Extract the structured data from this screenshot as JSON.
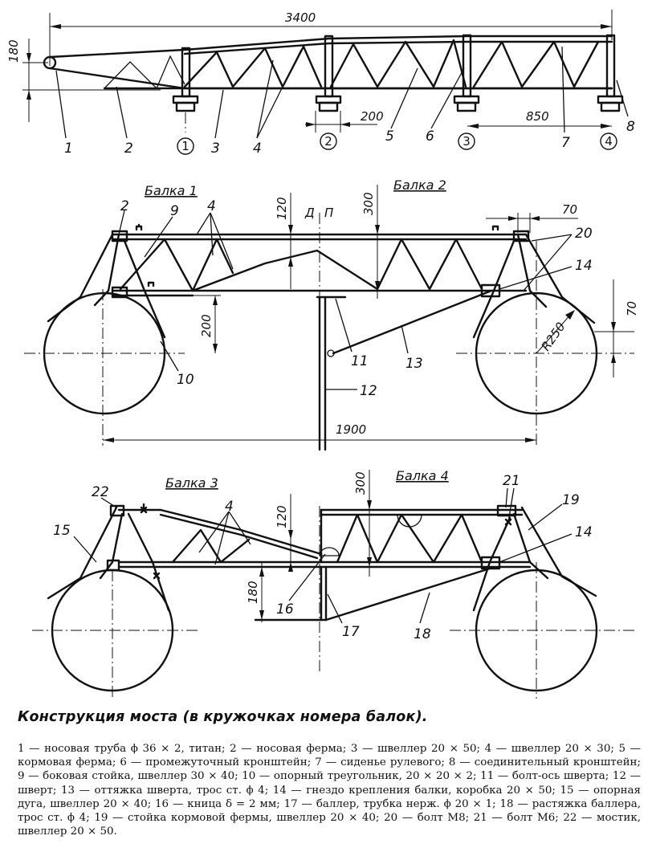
{
  "labels": {
    "dim_3400": "3400",
    "dim_180_top": "180",
    "dim_200_top": "200",
    "dim_850": "850",
    "dim_120_a": "120",
    "dim_300_a": "300",
    "dim_70_a": "70",
    "dim_200_side": "200",
    "dim_r250": "R250",
    "dim_70_b": "70",
    "dim_1900": "1900",
    "dim_120_b": "120",
    "dim_300_b": "300",
    "dim_180_bottom": "180",
    "letter_d": "Д",
    "letter_p": "П",
    "balka1": "Балка 1",
    "balka2": "Балка 2",
    "balka3": "Балка 3",
    "balka4": "Балка 4",
    "circ1": "1",
    "circ2": "2",
    "circ3": "3",
    "circ4": "4",
    "n1": "1",
    "n2": "2",
    "n3": "3",
    "n4": "4",
    "n5": "5",
    "n6": "6",
    "n7": "7",
    "n8": "8",
    "n2b": "2",
    "n9": "9",
    "n4b": "4",
    "n20": "20",
    "n14": "14",
    "n10": "10",
    "n11": "11",
    "n13": "13",
    "n12": "12",
    "n22": "22",
    "n15": "15",
    "n4c": "4",
    "n21": "21",
    "n19": "19",
    "n14b": "14",
    "n16": "16",
    "n17": "17",
    "n18": "18"
  },
  "caption": "Конструкция моста (в кружочках номера балок).",
  "legend": "1 — носовая труба ϕ 36 × 2, титан; 2 — носовая ферма; 3 — швеллер 20 × 50; 4 — швеллер 20 × 30; 5 — кормовая ферма; 6 — промежуточный кронштейн; 7 — сиденье рулевого; 8 — соединительный кронштейн; 9 — боковая стойка, швеллер 30 × 40; 10 — опорный треугольник, 20 × 20 × 2; 11 — болт-ось шверта; 12 — шверт; 13 — оттяжка шверта, трос ст. ϕ 4; 14 — гнездо крепления балки, коробка 20 × 50; 15 — опорная дуга, швеллер 20 × 40; 16 — кница δ = 2 мм; 17 — баллер, трубка нерж. ϕ 20 × 1; 18 — растяжка баллера, трос ст. ϕ 4; 19 — стойка кормовой фермы, швеллер 20 × 40; 20 — болт М8; 21 — болт М6; 22 — мостик, швеллер 20 × 50."
}
